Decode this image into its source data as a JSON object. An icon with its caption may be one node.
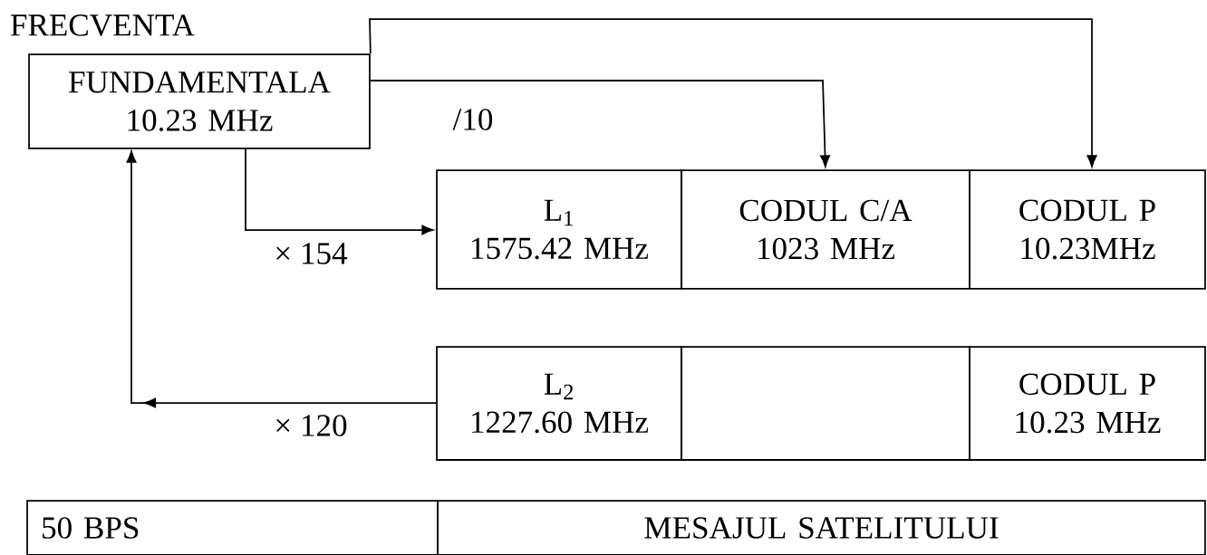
{
  "diagram": {
    "nodes": [
      {
        "text": [
          "FRECVENTA",
          "FUNDAMENTALA 10.23 MHz"
        ]
      },
      {
        "text": [
          "L$_{1}$",
          "1575.42 MHz"
        ]
      },
      {
        "text": [
          "CODUL C/A 1023 MHz"
        ]
      },
      {
        "text": [
          "CODUL P 10.23MHz"
        ]
      },
      {
        "text": [
          "L$_{2}$",
          "1227.60 MHz"
        ]
      },
      {
        "text": [],
        "shape": "box"
      },
      {
        "text": [
          "CODUL P 10.23 MHz"
        ]
      },
      {
        "text": [
          "50 BPS"
        ]
      },
      {
        "text": [
          "MESAJUL SATELITULUI"
        ]
      }
    ],
    "edges": [
      {
        "from": 0,
        "to": 3,
        "arrow": "to"
      },
      {
        "from": 0,
        "to": 2,
        "arrow": "to",
        "label": "/10"
      },
      {
        "from": 0,
        "to": 1,
        "arrow": "to",
        "label": "× 154"
      },
      {
        "from": 4,
        "to": 0,
        "arrow": "to",
        "label": "× 120"
      }
    ]
  }
}
